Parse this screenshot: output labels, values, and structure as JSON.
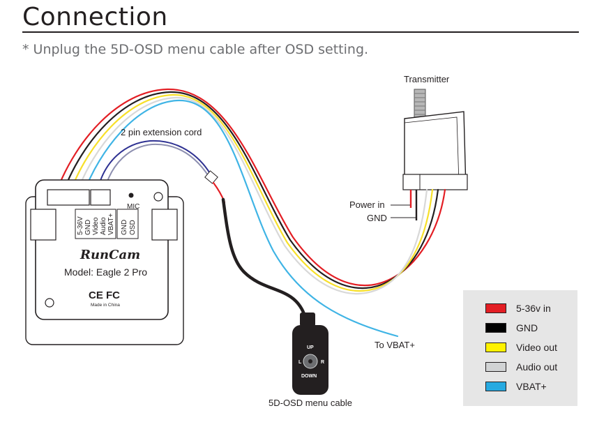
{
  "header": {
    "title": "Connection",
    "note": "* Unplug the 5D-OSD menu cable after OSD setting."
  },
  "labels": {
    "transmitter": "Transmitter",
    "extension_cord": "2 pin extension cord",
    "power_in": "Power in",
    "gnd": "GND",
    "to_vbat": "To VBAT+",
    "osd_cable": "5D-OSD menu cable"
  },
  "camera": {
    "brand": "RunCam",
    "model": "Model: Eagle 2 Pro",
    "certification": "CE FC",
    "made_in": "Made in China",
    "mic_label": "MIC",
    "pin_labels": [
      "5-36V",
      "GND",
      "Video",
      "Audio",
      "VBAT+"
    ],
    "osd_pin_labels": [
      "GND",
      "OSD"
    ]
  },
  "joystick": {
    "up": "UP",
    "down": "DOWN",
    "left": "L",
    "right": "R"
  },
  "legend": {
    "items": [
      {
        "label": "5-36v in",
        "color": "#e31e24"
      },
      {
        "label": "GND",
        "color": "#000000"
      },
      {
        "label": "Video out",
        "color": "#fff200"
      },
      {
        "label": "Audio out",
        "color": "#d1d3d4"
      },
      {
        "label": "VBAT+",
        "color": "#27aae1"
      }
    ]
  },
  "wire_colors": {
    "red": "#e31e24",
    "black": "#231f20",
    "yellow": "#f7e02a",
    "white": "#d8d8d8",
    "blue": "#3fb4e5",
    "navy": "#2e3192"
  }
}
